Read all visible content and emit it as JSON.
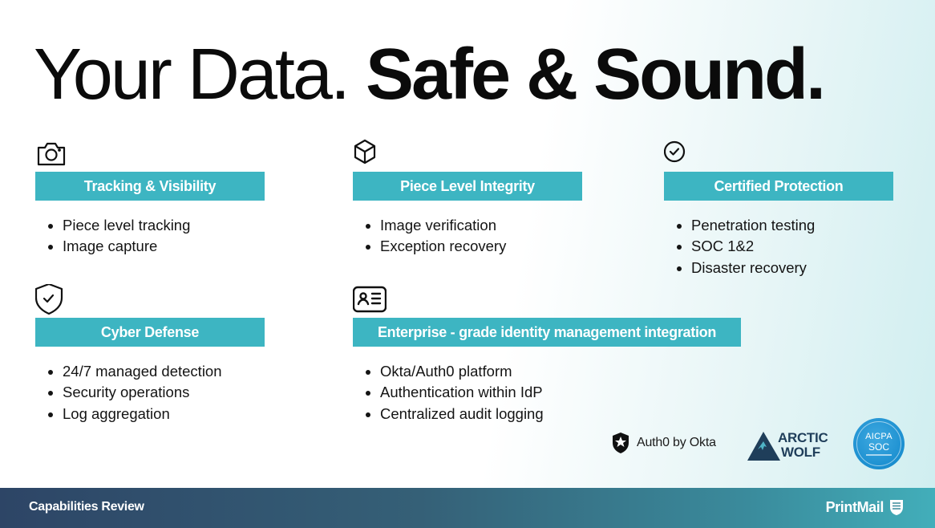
{
  "headline": {
    "light": "Your Data.",
    "bold": "Safe & Sound."
  },
  "cards": [
    {
      "icon": "camera-icon",
      "title": "Tracking & Visibility",
      "items": [
        "Piece level tracking",
        "Image capture"
      ]
    },
    {
      "icon": "cube-icon",
      "title": "Piece Level Integrity",
      "items": [
        "Image verification",
        "Exception recovery"
      ]
    },
    {
      "icon": "check-circle-icon",
      "title": "Certified Protection",
      "items": [
        "Penetration testing",
        "SOC 1&2",
        "Disaster recovery"
      ]
    },
    {
      "icon": "shield-check-icon",
      "title": "Cyber Defense",
      "items": [
        "24/7 managed detection",
        "Security operations",
        "Log aggregation"
      ]
    },
    {
      "icon": "id-card-icon",
      "title": "Enterprise - grade identity management integration",
      "items": [
        "Okta/Auth0 platform",
        "Authentication within IdP",
        "Centralized audit logging"
      ]
    }
  ],
  "logos": {
    "auth0": {
      "icon": "auth0-shield-icon",
      "text": "Auth0 by Okta"
    },
    "arctic_wolf": {
      "icon": "wolf-icon",
      "line1": "ARCTIC",
      "line2": "WOLF"
    },
    "aicpa": {
      "line1": "AICPA",
      "line2": "SOC"
    }
  },
  "footer": {
    "left": "Capabilities Review",
    "brand": "PrintMail",
    "brand_icon": "printmail-logo-icon"
  },
  "colors": {
    "accent": "#3db5c2",
    "footer_start": "#2d4566",
    "footer_end": "#42aeba"
  }
}
